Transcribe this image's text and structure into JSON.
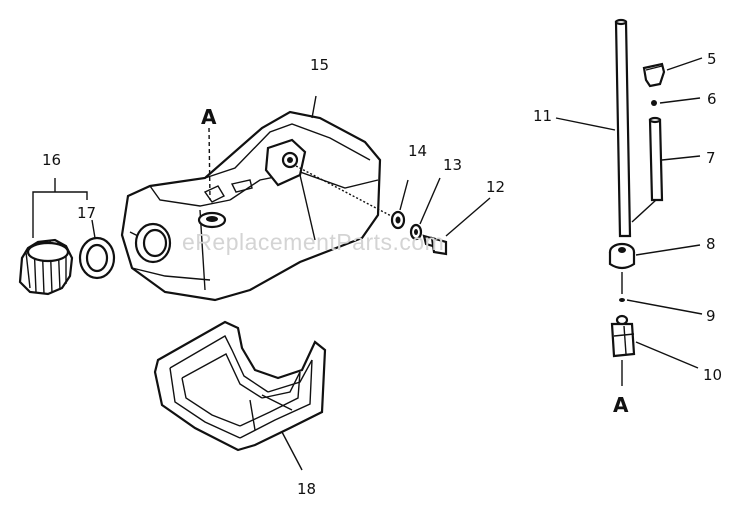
{
  "watermark": "eReplacementParts.com",
  "callouts": {
    "p5": "5",
    "p6": "6",
    "p7": "7",
    "p8": "8",
    "p9": "9",
    "p10": "10",
    "p11": "11",
    "p12": "12",
    "p13": "13",
    "p14": "14",
    "p15": "15",
    "p16": "16",
    "p17": "17",
    "p18": "18"
  },
  "reference_marks": {
    "top": "A",
    "bottom": "A"
  }
}
